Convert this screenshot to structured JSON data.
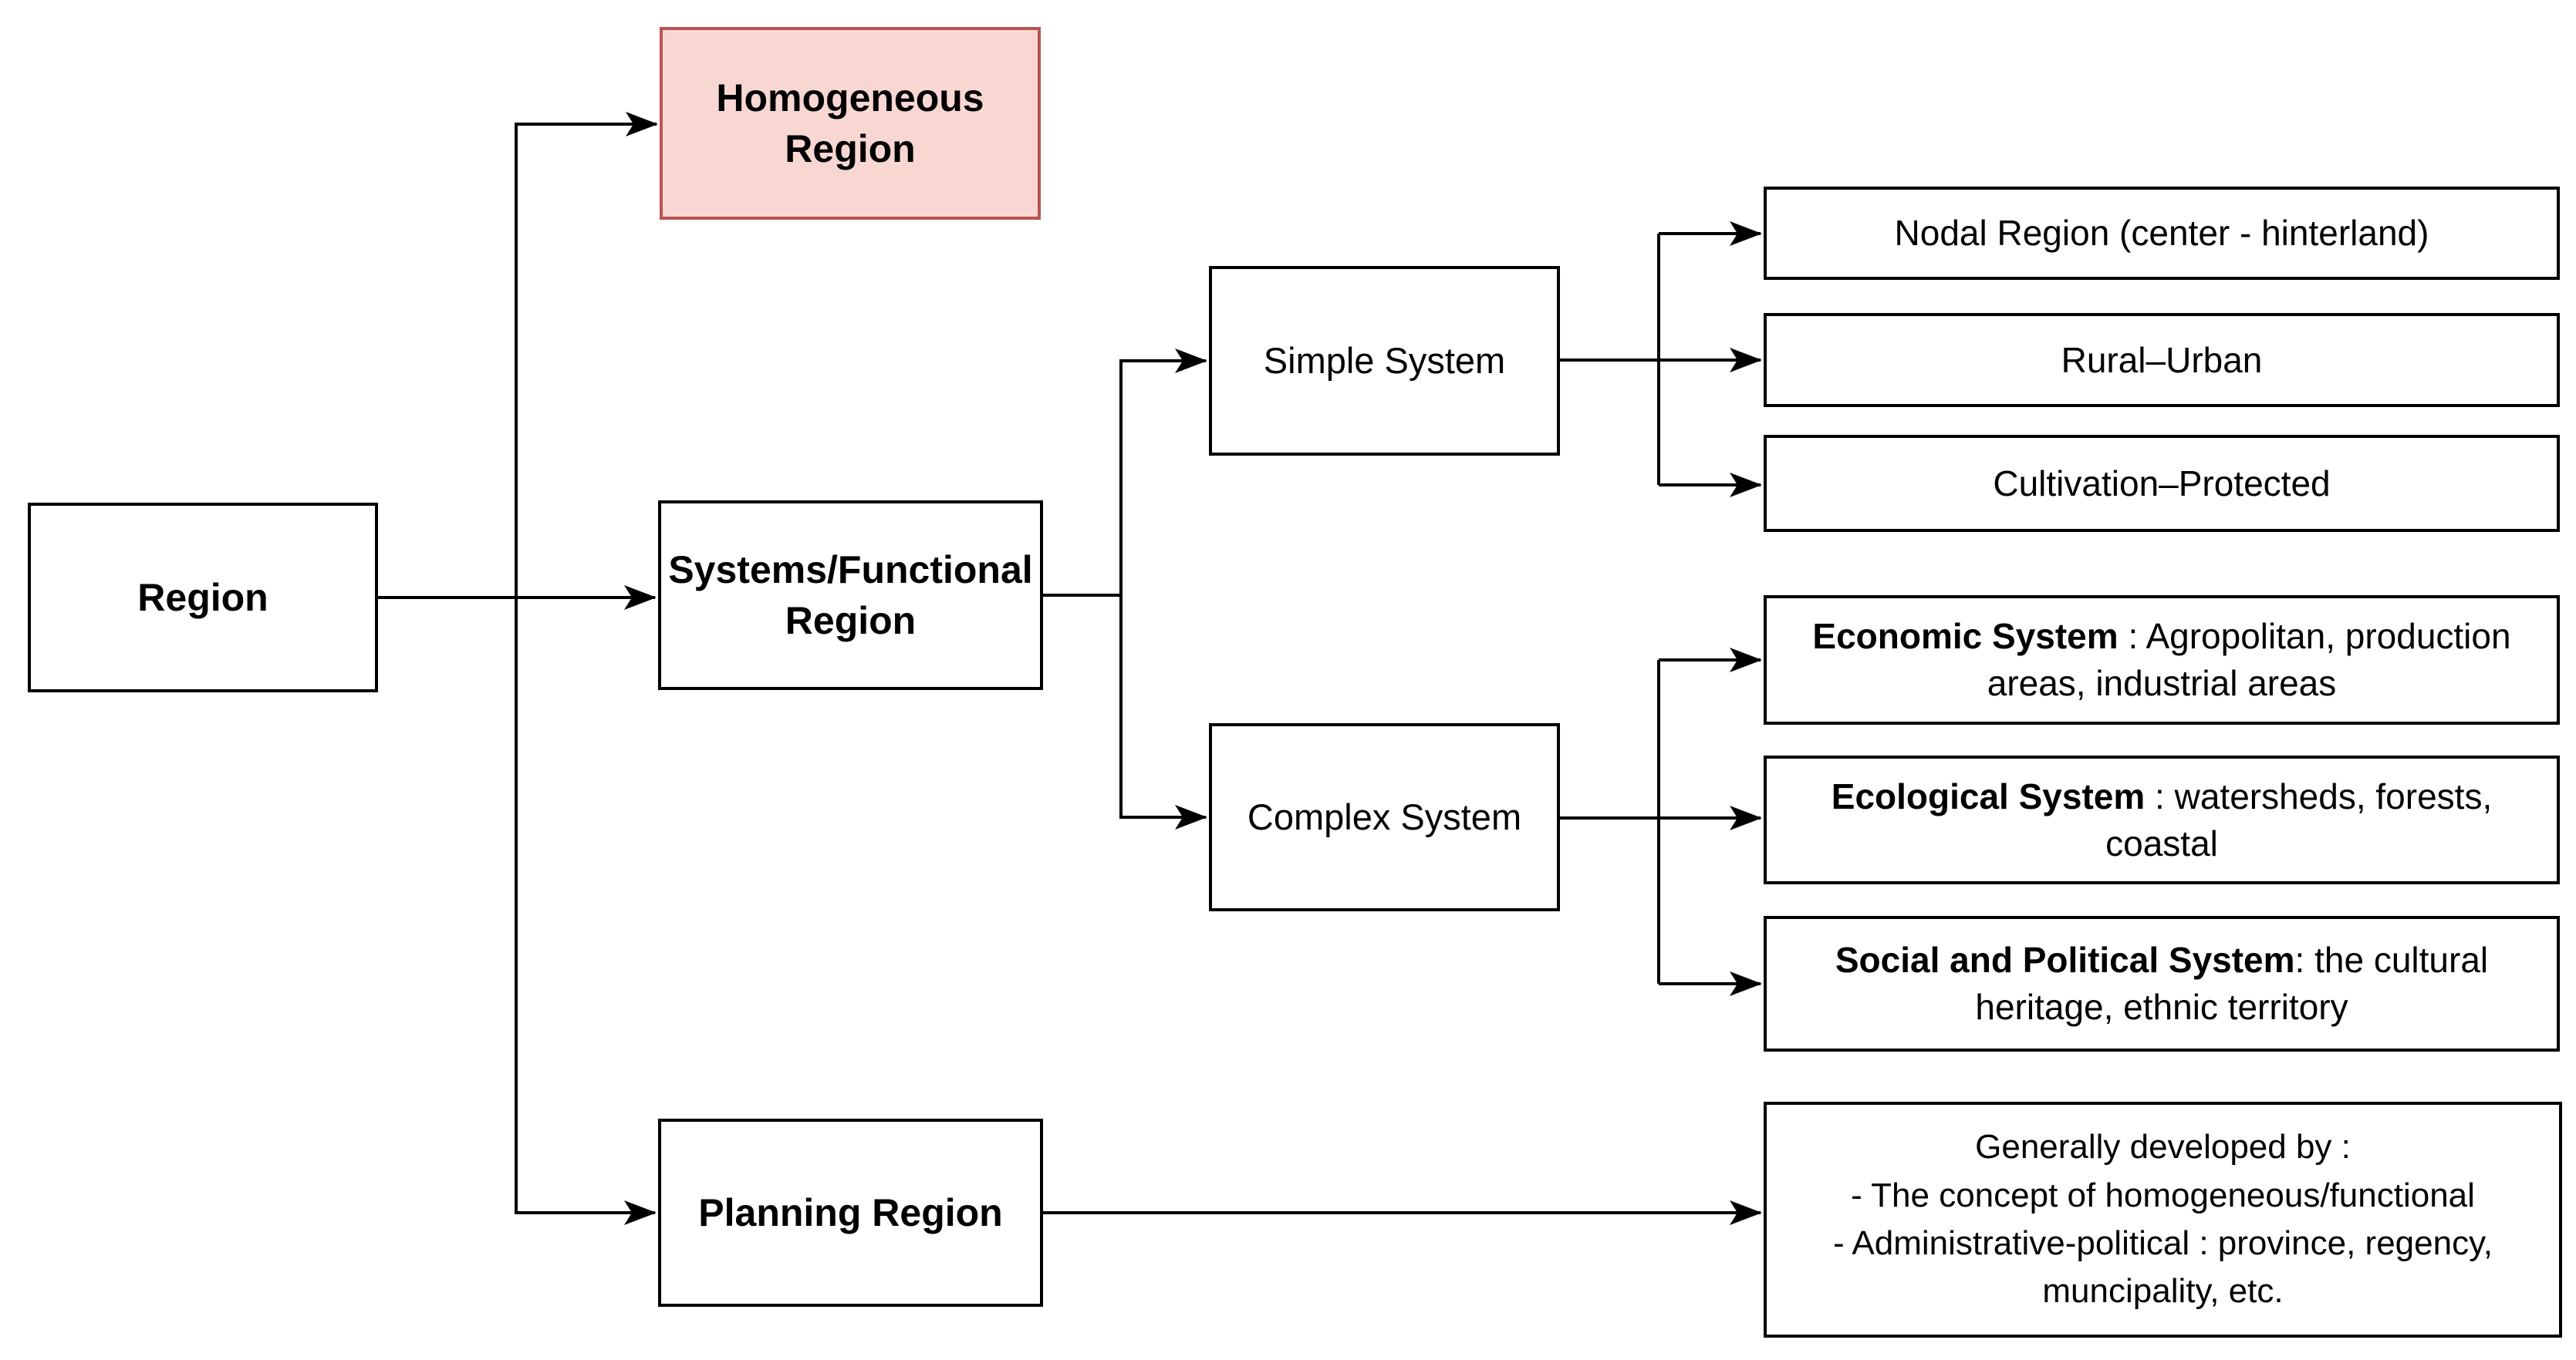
{
  "diagram": {
    "background": "#ffffff",
    "colors": {
      "box_fill": "#ffffff",
      "box_border": "#000000",
      "connector": "#000000",
      "highlight_fill": "#f8d7d3",
      "highlight_border": "#b85450"
    },
    "nodes": {
      "region": {
        "label": "Region"
      },
      "homogeneous": {
        "lines": [
          "Homogeneous",
          "Region"
        ]
      },
      "systems_functional": {
        "lines": [
          "Systems/Functional",
          "Region"
        ]
      },
      "planning": {
        "label": "Planning Region"
      },
      "simple_system": {
        "label": "Simple System"
      },
      "complex_system": {
        "label": "Complex System"
      },
      "nodal_region": {
        "label": "Nodal Region (center - hinterland)"
      },
      "rural_urban": {
        "label": "Rural–Urban"
      },
      "cultivation_protected": {
        "label": "Cultivation–Protected"
      },
      "economic_system": {
        "bold": "Economic System",
        "rest": " : Agropolitan, production areas, industrial areas"
      },
      "ecological_system": {
        "bold": "Ecological System",
        "rest": " : watersheds, forests, coastal"
      },
      "social_political_system": {
        "bold": "Social and Political System",
        "rest": ": the cultural heritage, ethnic territory"
      },
      "planning_detail": {
        "lines": [
          "Generally developed by :",
          "- The concept of homogeneous/functional",
          "- Administrative-political : province, regency,",
          "muncipality, etc."
        ]
      }
    }
  }
}
